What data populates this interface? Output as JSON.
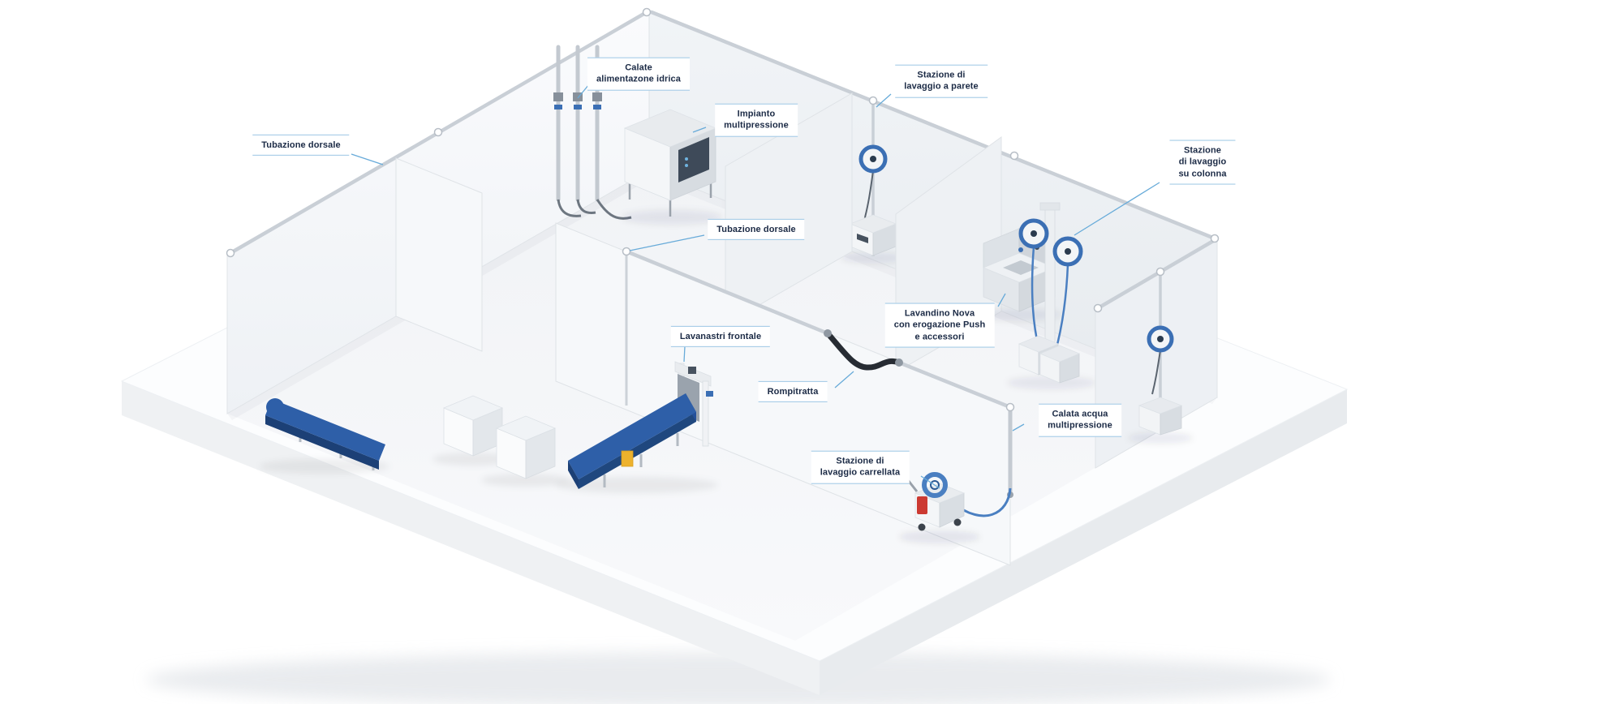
{
  "diagram": {
    "description": "Isometric cutaway of an industrial building showing a multi-pressure water distribution and washing system",
    "palette": {
      "conveyor-blue": "#2e5fa8",
      "conveyor-blue-dark": "#1c4076",
      "reel-ring-blue": "#3b6fb4",
      "hose-blue": "#4a7fc1",
      "canister-red": "#cc3a32",
      "detail-yellow": "#edb22d",
      "rompitratta-black": "#272c33",
      "pipe-gray": "#c9cfd6",
      "callout-line": "#68abd9",
      "callout-text": "#1b2a45",
      "callout-border": "#9cc6e5"
    },
    "callouts": [
      {
        "id": "tubazione-dorsale-left",
        "text": "Tubazione dorsale"
      },
      {
        "id": "calate-alimentazione-idrica",
        "text": "Calate\nalimentazone idrica"
      },
      {
        "id": "impianto-multipressione",
        "text": "Impianto\nmultipressione"
      },
      {
        "id": "stazione-lavaggio-parete",
        "text": "Stazione di\nlavaggio a parete"
      },
      {
        "id": "stazione-lavaggio-colonna",
        "text": "Stazione\ndi lavaggio\nsu colonna"
      },
      {
        "id": "tubazione-dorsale-center",
        "text": "Tubazione dorsale"
      },
      {
        "id": "lavandino-nova",
        "text": "Lavandino Nova\ncon erogazione Push\ne accessori"
      },
      {
        "id": "lavanastri-frontale",
        "text": "Lavanastri frontale"
      },
      {
        "id": "rompitratta",
        "text": "Rompitratta"
      },
      {
        "id": "calata-acqua-multipressione",
        "text": "Calata acqua\nmultipressione"
      },
      {
        "id": "stazione-lavaggio-carrellata",
        "text": "Stazione di\nlavaggio carrellata"
      }
    ]
  }
}
